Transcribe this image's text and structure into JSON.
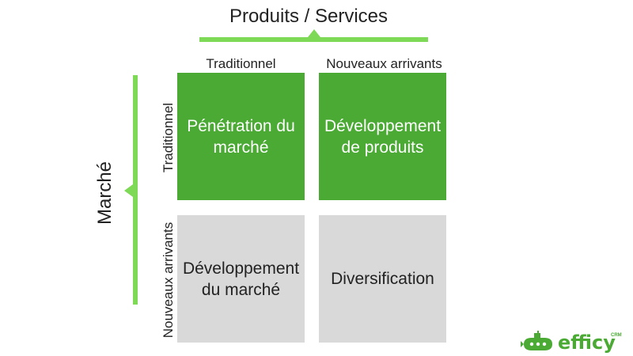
{
  "axes": {
    "top_title": "Produits / Services",
    "left_title": "Marché",
    "columns": [
      "Traditionnel",
      "Nouveaux arrivants"
    ],
    "rows": [
      "Traditionnel",
      "Nouveaux arrivants"
    ]
  },
  "quadrants": [
    {
      "label": "Pénétration du marché",
      "color": "#4aaa34"
    },
    {
      "label": "Développement de produits",
      "color": "#4aaa34"
    },
    {
      "label": "Développement du marché",
      "color": "#d9d9d9"
    },
    {
      "label": "Diversification",
      "color": "#d9d9d9"
    }
  ],
  "colors": {
    "accent": "#7ed957",
    "dark_green": "#4aaa34",
    "grey": "#d9d9d9"
  },
  "logo": {
    "name": "efficy",
    "suffix": "CRM",
    "icon": "submarine-icon"
  }
}
